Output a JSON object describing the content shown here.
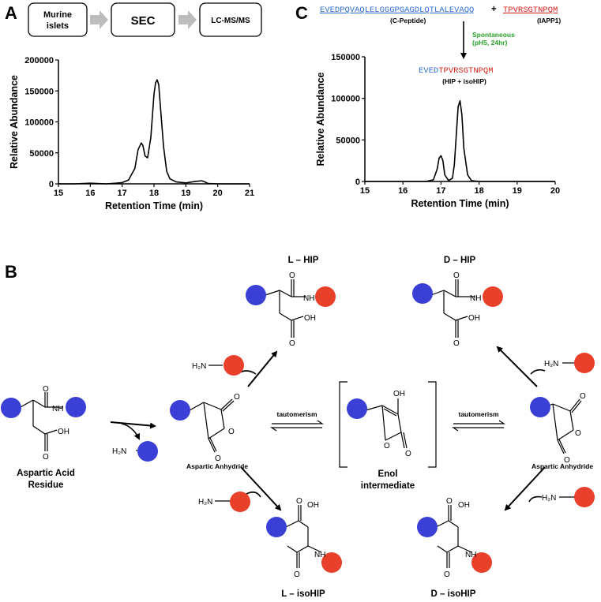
{
  "panel_a": {
    "letter": "A",
    "workflow": [
      "Murine islets",
      "SEC",
      "LC-MS/MS"
    ],
    "chart_data": {
      "type": "line",
      "xlabel": "Retention Time (min)",
      "ylabel": "Relative Abundance",
      "xlim": [
        15,
        21
      ],
      "ylim": [
        0,
        200000
      ],
      "xticks": [
        "15",
        "16",
        "17",
        "18",
        "19",
        "20",
        "21"
      ],
      "yticks": [
        "0",
        "50000",
        "100000",
        "150000",
        "200000"
      ],
      "series": [
        {
          "x": [
            15.0,
            15.5,
            16.0,
            16.5,
            16.8,
            17.0,
            17.2,
            17.4,
            17.5,
            17.6,
            17.65,
            17.72,
            17.8,
            17.9,
            18.0,
            18.05,
            18.1,
            18.15,
            18.2,
            18.3,
            18.4,
            18.5,
            18.7,
            19.0,
            19.3,
            19.5,
            19.6,
            19.7,
            20.0,
            20.5,
            21.0
          ],
          "y": [
            0,
            0,
            1000,
            0,
            1000,
            2000,
            6000,
            25000,
            55000,
            66000,
            62000,
            45000,
            42000,
            75000,
            145000,
            163000,
            168000,
            160000,
            125000,
            60000,
            20000,
            8000,
            3000,
            1500,
            4000,
            5000,
            3000,
            500,
            0,
            0,
            0
          ]
        }
      ]
    }
  },
  "panel_c": {
    "letter": "C",
    "c_peptide_seq": "EVEDPQVAQLELGGGPGAGDLQTLALEVAQQ",
    "c_peptide_label": "(C-Peptide)",
    "plus": "+",
    "iapp1_seq": "TPVRSGTNPQM",
    "iapp1_label": "(IAPP1)",
    "condition_line1": "Spontaneous",
    "condition_line2": "(pH5, 24hr)",
    "hip_seq_blue": "EVED",
    "hip_seq_red": "TPVRSGTNPQM",
    "hip_label": "(HIP + isoHIP)",
    "chart_data": {
      "type": "line",
      "xlabel": "Retention Time (min)",
      "ylabel": "Relative Abundance",
      "xlim": [
        15,
        20
      ],
      "ylim": [
        0,
        150000
      ],
      "xticks": [
        "15",
        "16",
        "17",
        "18",
        "19",
        "20"
      ],
      "yticks": [
        "0",
        "50000",
        "100000",
        "150000"
      ],
      "series": [
        {
          "x": [
            15.0,
            16.0,
            16.6,
            16.8,
            16.9,
            16.95,
            17.0,
            17.05,
            17.1,
            17.2,
            17.3,
            17.35,
            17.4,
            17.45,
            17.5,
            17.55,
            17.6,
            17.7,
            17.8,
            18.0,
            18.5,
            19.0,
            20.0
          ],
          "y": [
            0,
            0,
            0,
            2000,
            15000,
            28000,
            31000,
            25000,
            8000,
            1000,
            4000,
            20000,
            55000,
            90000,
            97000,
            80000,
            40000,
            8000,
            1000,
            0,
            0,
            0,
            0
          ]
        }
      ]
    }
  },
  "panel_b": {
    "letter": "B",
    "aspartic_acid_residue": [
      "Aspartic Acid",
      "Residue"
    ],
    "aspartic_anhydride": "Aspartic Anhydride",
    "enol_intermediate": [
      "Enol",
      "intermediate"
    ],
    "tautomerism": "tautomerism",
    "l_hip": "L – HIP",
    "d_hip": "D – HIP",
    "l_isohip": "L – isoHIP",
    "d_isohip": "D – isoHIP",
    "h2n": "H₂N",
    "nh": "NH",
    "oh": "OH",
    "o": "O",
    "colors": {
      "blue": "#3a3fd6",
      "red": "#e8402a",
      "arrow_gray": "#bdbdbd"
    }
  }
}
